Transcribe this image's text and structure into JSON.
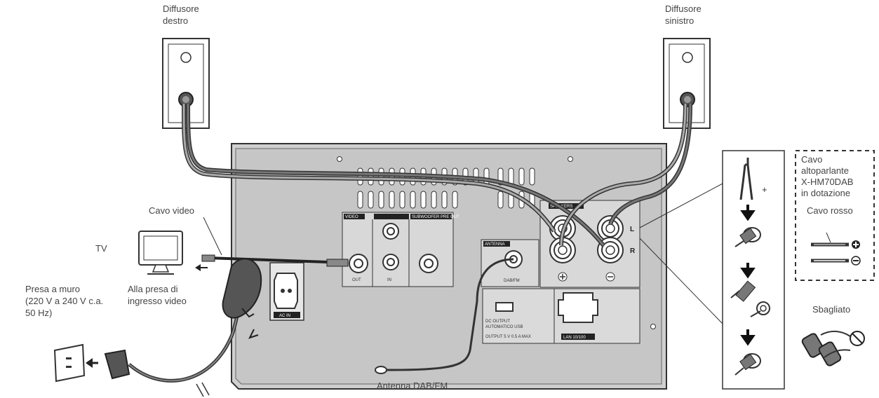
{
  "labels": {
    "left_speaker": [
      "Diffusore",
      "destro"
    ],
    "right_speaker": [
      "Diffusore",
      "sinistro"
    ],
    "video_cable": "Cavo video",
    "tv": "TV",
    "tv_input": [
      "Alla presa di",
      "ingresso video"
    ],
    "wall_outlet": [
      "Presa a muro",
      "(220 V a 240 V c.a.",
      "50 Hz)"
    ],
    "antenna": "Antenna DAB/FM",
    "speaker_cable_box": [
      "Cavo",
      "altoparlante",
      "X-HM70DAB",
      "in dotazione"
    ],
    "red_cable": "Cavo rosso",
    "wrong": "Sbagliato",
    "plus_sign": "+"
  },
  "panel": {
    "speakers": "SPEAKERS",
    "video_out": "VIDEO",
    "out": "OUT",
    "in": "IN",
    "subwoofer": "SUBWOOFER PRE OUT",
    "ant": "ANTENNA",
    "dab_fm": "DAB/FM",
    "ac_in": "AC IN",
    "dc_out": "DC OUTPUT",
    "usb": "AUTOMATICO USB",
    "output": "OUTPUT 5 V 0.5 A MAX",
    "lan": "LAN 10/100",
    "l": "L",
    "r": "R"
  }
}
